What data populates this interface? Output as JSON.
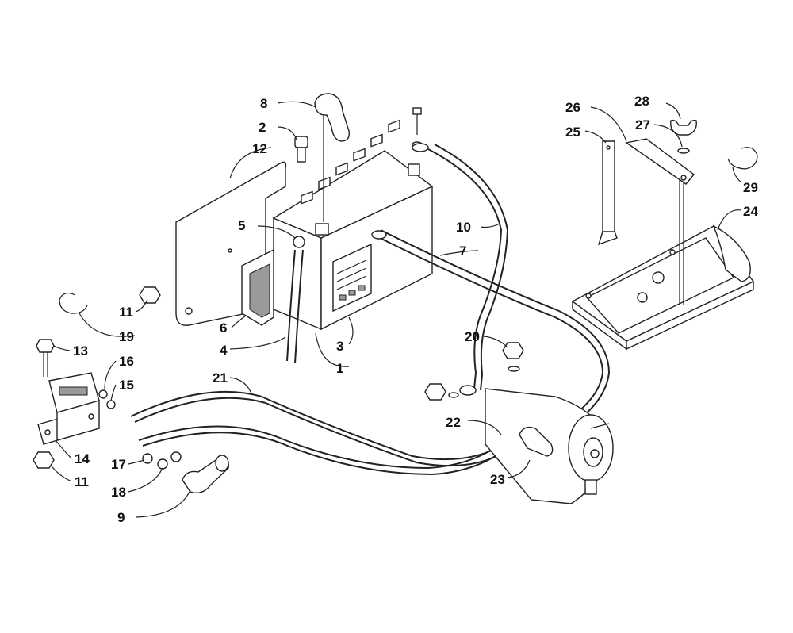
{
  "callouts": {
    "c1": "1",
    "c2": "2",
    "c3": "3",
    "c4": "4",
    "c5": "5",
    "c6": "6",
    "c7": "7",
    "c8": "8",
    "c9": "9",
    "c10": "10",
    "c11a": "11",
    "c11b": "11",
    "c12": "12",
    "c13": "13",
    "c14": "14",
    "c15": "15",
    "c16": "16",
    "c17": "17",
    "c18": "18",
    "c19": "19",
    "c20": "20",
    "c21": "21",
    "c22": "22",
    "c23": "23",
    "c24": "24",
    "c25": "25",
    "c26": "26",
    "c27": "27",
    "c28": "28",
    "c29": "29"
  },
  "colors": {
    "ink": "#222222",
    "background": "#ffffff",
    "shade": "#9a9a9a"
  }
}
